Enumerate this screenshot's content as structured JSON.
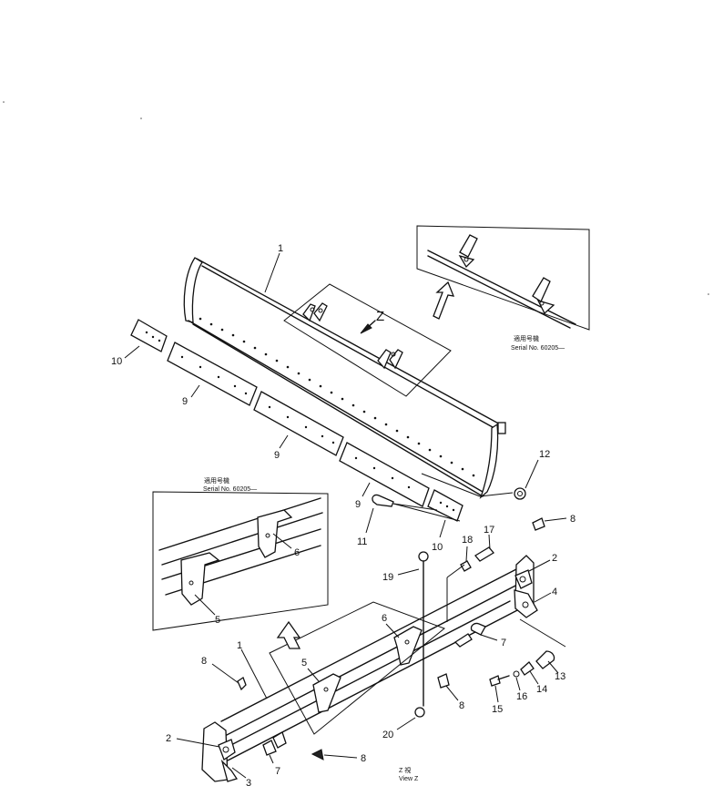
{
  "callouts": {
    "n1a": "1",
    "n1b": "1",
    "n2a": "2",
    "n2b": "2",
    "n3": "3",
    "n4": "4",
    "n5a": "5",
    "n5b": "5",
    "n6a": "6",
    "n6b": "6",
    "n7a": "7",
    "n7b": "7",
    "n8a": "8",
    "n8b": "8",
    "n8c": "8",
    "n8d": "8",
    "n9a": "9",
    "n9b": "9",
    "n9c": "9",
    "n10a": "10",
    "n10b": "10",
    "n11": "11",
    "n12": "12",
    "n13": "13",
    "n14": "14",
    "n15": "15",
    "n16": "16",
    "n17": "17",
    "n18": "18",
    "n19": "19",
    "n20": "20"
  },
  "notes": {
    "upper_serial_cjk": "適用号機",
    "upper_serial": "Serial  No.  60205—",
    "left_serial_cjk": "適用号機",
    "left_serial": "Serial  No.  60205—",
    "z_arrow_label": "Z",
    "view_z_cjk": "Z  視",
    "view_z": "View  Z"
  }
}
